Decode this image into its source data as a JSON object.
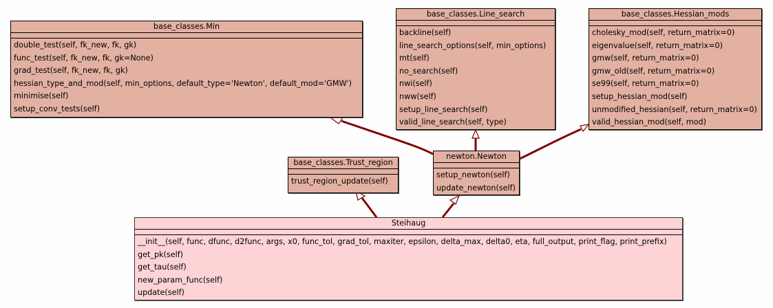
{
  "diagram": {
    "edge_color": "#800000",
    "classes": {
      "min": {
        "name": "base_classes.Min",
        "methods": [
          "double_test(self, fk_new, fk, gk)",
          "func_test(self, fk_new, fk, gk=None)",
          "grad_test(self, fk_new, fk, gk)",
          "hessian_type_and_mod(self, min_options, default_type='Newton', default_mod='GMW')",
          "minimise(self)",
          "setup_conv_tests(self)"
        ]
      },
      "line_search": {
        "name": "base_classes.Line_search",
        "methods": [
          "backline(self)",
          "line_search_options(self, min_options)",
          "mt(self)",
          "no_search(self)",
          "nwi(self)",
          "nww(self)",
          "setup_line_search(self)",
          "valid_line_search(self, type)"
        ]
      },
      "hessian_mods": {
        "name": "base_classes.Hessian_mods",
        "methods": [
          "cholesky_mod(self, return_matrix=0)",
          "eigenvalue(self, return_matrix=0)",
          "gmw(self, return_matrix=0)",
          "gmw_old(self, return_matrix=0)",
          "se99(self, return_matrix=0)",
          "setup_hessian_mod(self)",
          "unmodified_hessian(self, return_matrix=0)",
          "valid_hessian_mod(self, mod)"
        ]
      },
      "trust_region": {
        "name": "base_classes.Trust_region",
        "methods": [
          "trust_region_update(self)"
        ]
      },
      "newton": {
        "name": "newton.Newton",
        "methods": [
          "setup_newton(self)",
          "update_newton(self)"
        ]
      },
      "steihaug": {
        "name": "Steihaug",
        "methods": [
          "__init__(self, func, dfunc, d2func, args, x0, func_tol, grad_tol, maxiter, epsilon, delta_max, delta0, eta, full_output, print_flag, print_prefix)",
          "get_pk(self)",
          "get_tau(self)",
          "new_param_func(self)",
          "update(self)"
        ]
      }
    },
    "inheritance": [
      {
        "from": "newton.Newton",
        "to": "base_classes.Min"
      },
      {
        "from": "newton.Newton",
        "to": "base_classes.Line_search"
      },
      {
        "from": "newton.Newton",
        "to": "base_classes.Hessian_mods"
      },
      {
        "from": "Steihaug",
        "to": "base_classes.Trust_region"
      },
      {
        "from": "Steihaug",
        "to": "newton.Newton"
      }
    ]
  }
}
